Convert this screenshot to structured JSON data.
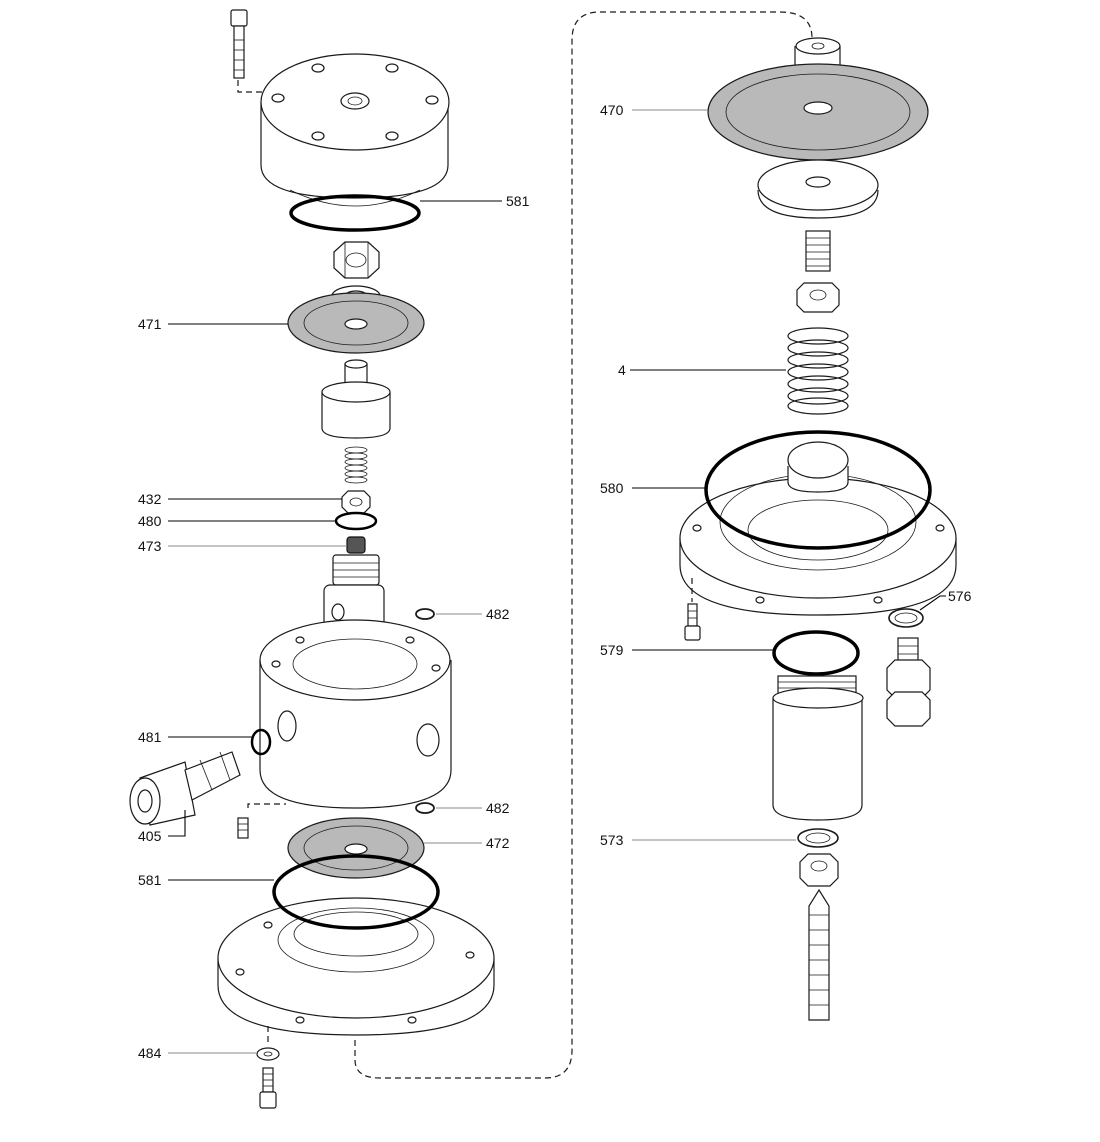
{
  "callouts": {
    "c581_top": "581",
    "c471": "471",
    "c432": "432",
    "c480": "480",
    "c473": "473",
    "c482_top": "482",
    "c481": "481",
    "c405": "405",
    "c482_bottom": "482",
    "c472": "472",
    "c581_bottom": "581",
    "c484": "484",
    "c470": "470",
    "c4": "4",
    "c580": "580",
    "c576": "576",
    "c579": "579",
    "c573": "573"
  },
  "colors": {
    "diaphragm_fill": "#b9b9b9",
    "seal_fill": "#555555",
    "oring_stroke": "#000000"
  }
}
